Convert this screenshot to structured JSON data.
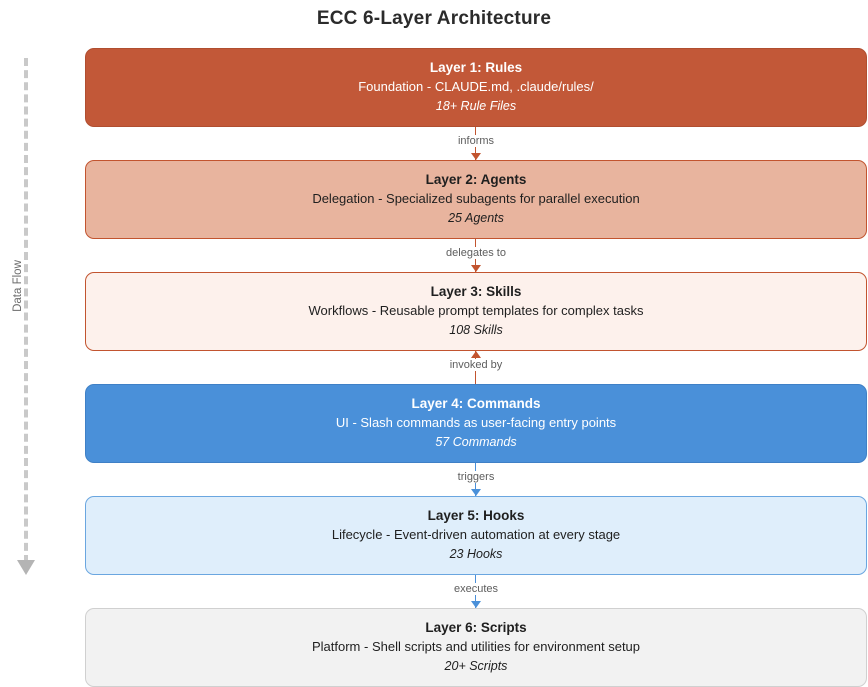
{
  "title": "ECC 6-Layer Architecture",
  "flow_axis": {
    "label": "Data Flow",
    "line_color": "#c9c9c9",
    "arrow_color": "#b4b4b4",
    "direction": "downward"
  },
  "palette": {
    "layer1_fill": "#c25838",
    "layer1_border": "#b04e30",
    "layer2_fill": "#e8b49e",
    "layer2_border": "#c2542f",
    "layer3_fill": "#fdf1ec",
    "layer3_border": "#c2542f",
    "layer4_fill": "#4a90d9",
    "layer4_border": "#3f80c6",
    "layer5_fill": "#dfeefb",
    "layer5_border": "#6aa6e0",
    "layer6_fill": "#f2f2f2",
    "layer6_border": "#d0d0d0",
    "connector_orange": "#c2542f",
    "connector_blue": "#4a90d9",
    "connector_label": "#5d5d5d"
  },
  "layers": [
    {
      "title": "Layer 1: Rules",
      "description": "Foundation - CLAUDE.md, .claude/rules/",
      "count": "18+ Rule Files"
    },
    {
      "title": "Layer 2: Agents",
      "description": "Delegation - Specialized subagents for parallel execution",
      "count": "25 Agents"
    },
    {
      "title": "Layer 3: Skills",
      "description": "Workflows - Reusable prompt templates for complex tasks",
      "count": "108 Skills"
    },
    {
      "title": "Layer 4: Commands",
      "description": "UI - Slash commands as user-facing entry points",
      "count": "57 Commands"
    },
    {
      "title": "Layer 5: Hooks",
      "description": "Lifecycle - Event-driven automation at every stage",
      "count": "23 Hooks"
    },
    {
      "title": "Layer 6: Scripts",
      "description": "Platform - Shell scripts and utilities for environment setup",
      "count": "20+ Scripts"
    }
  ],
  "connectors": [
    {
      "label": "informs",
      "direction": "down",
      "color": "#c2542f"
    },
    {
      "label": "delegates to",
      "direction": "down",
      "color": "#c2542f"
    },
    {
      "label": "invoked by",
      "direction": "up",
      "color": "#c2542f"
    },
    {
      "label": "triggers",
      "direction": "down",
      "color": "#4a90d9"
    },
    {
      "label": "executes",
      "direction": "down",
      "color": "#4a90d9"
    }
  ]
}
